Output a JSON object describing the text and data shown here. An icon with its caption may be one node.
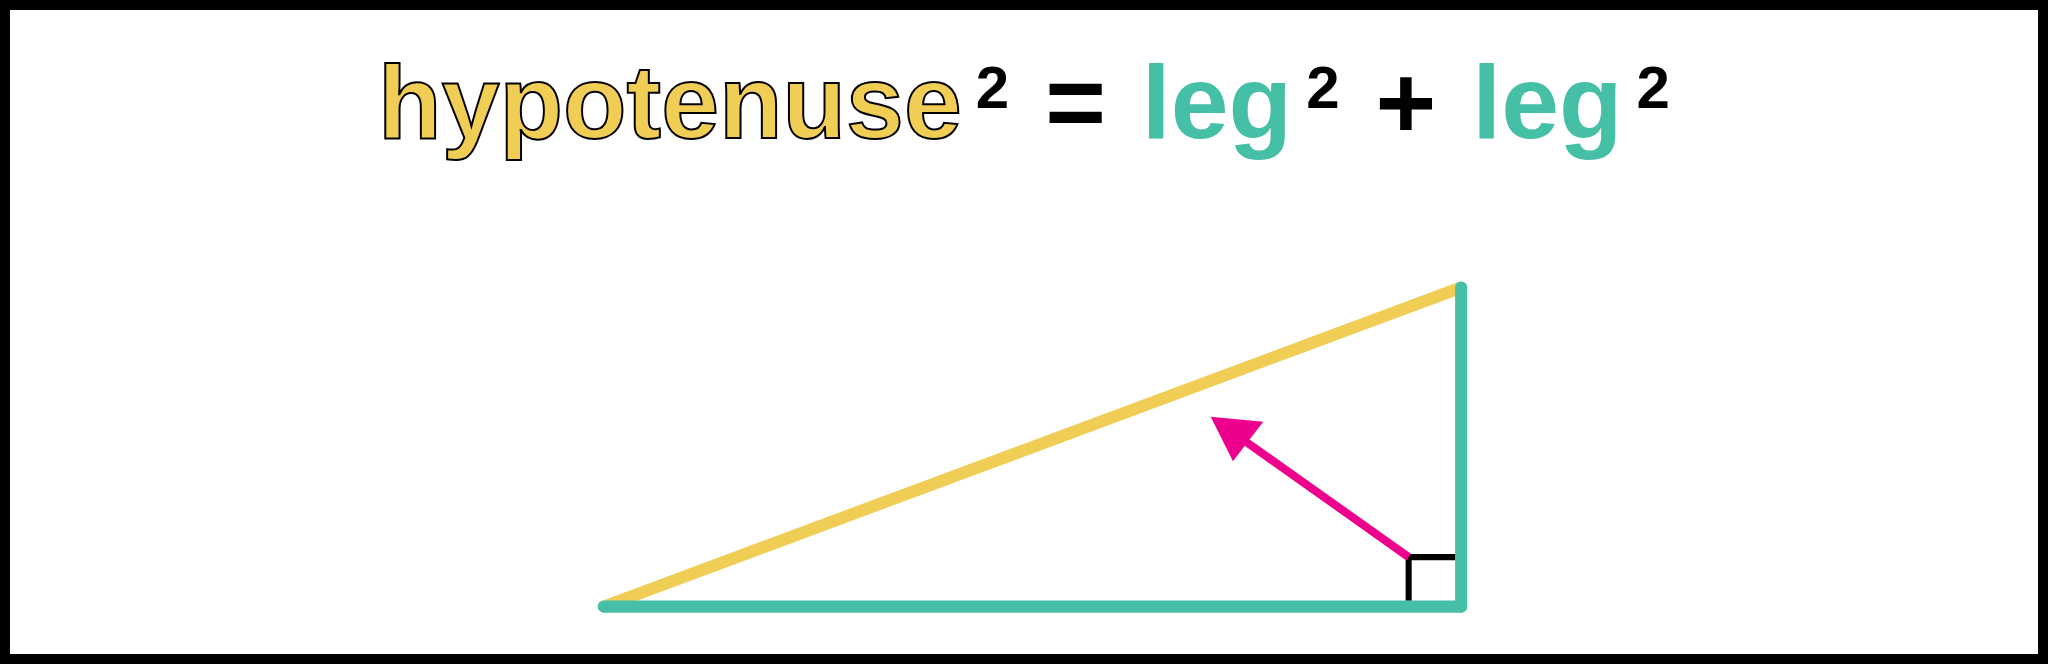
{
  "diagram": {
    "labels": [
      "hypotenuse$^{2}$",
      "=",
      "leg$^{2}$",
      "+",
      "leg$^{2}$"
    ]
  }
}
